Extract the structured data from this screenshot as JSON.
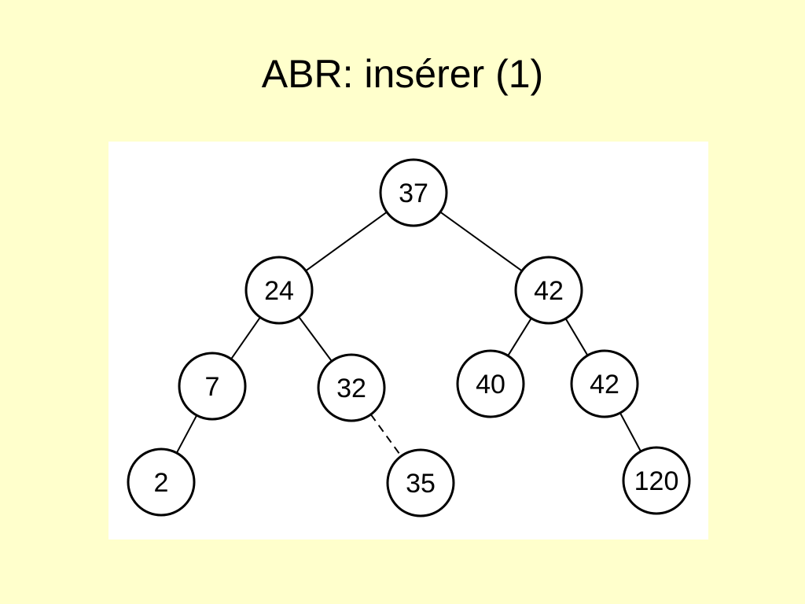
{
  "slide": {
    "title": "ABR: insérer (1)"
  },
  "tree": {
    "nodes": [
      {
        "id": "n37",
        "label": "37"
      },
      {
        "id": "n24",
        "label": "24"
      },
      {
        "id": "n42a",
        "label": "42"
      },
      {
        "id": "n7",
        "label": "7"
      },
      {
        "id": "n32",
        "label": "32"
      },
      {
        "id": "n40",
        "label": "40"
      },
      {
        "id": "n42b",
        "label": "42"
      },
      {
        "id": "n2",
        "label": "2"
      },
      {
        "id": "n35",
        "label": "35"
      },
      {
        "id": "n120",
        "label": "120"
      }
    ],
    "edges": [
      {
        "from": "n37",
        "to": "n24",
        "style": "solid"
      },
      {
        "from": "n37",
        "to": "n42a",
        "style": "solid"
      },
      {
        "from": "n24",
        "to": "n7",
        "style": "solid"
      },
      {
        "from": "n24",
        "to": "n32",
        "style": "solid"
      },
      {
        "from": "n42a",
        "to": "n40",
        "style": "solid"
      },
      {
        "from": "n42a",
        "to": "n42b",
        "style": "solid"
      },
      {
        "from": "n7",
        "to": "n2",
        "style": "solid"
      },
      {
        "from": "n32",
        "to": "n35",
        "style": "dashed"
      },
      {
        "from": "n42b",
        "to": "n120",
        "style": "solid"
      }
    ]
  }
}
